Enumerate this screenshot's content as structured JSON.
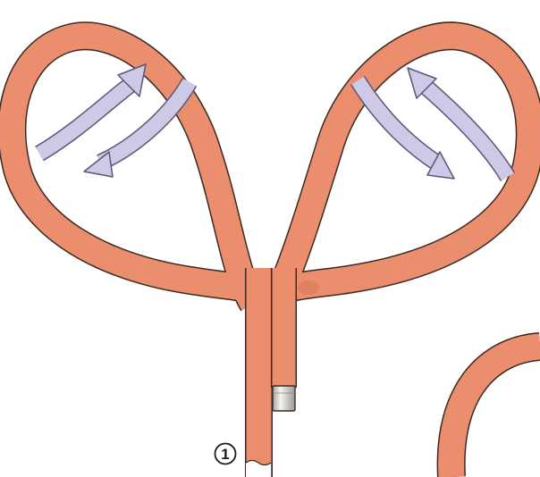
{
  "figure": {
    "step_number": "1",
    "colors": {
      "rope_fill": "#ea8e6d",
      "rope_outline": "#3b2a24",
      "rope_shade": "#d7785a",
      "arrow_fill": "#cdc9e6",
      "arrow_outline": "#5a5675",
      "end_cap": "#d9d6d2",
      "background": "#ffffff",
      "label_ink": "#1a1a1a"
    },
    "arrows": [
      {
        "name": "left-loop-twist-arrow",
        "direction": "bidirectional"
      },
      {
        "name": "right-loop-twist-arrow",
        "direction": "bidirectional"
      }
    ],
    "rope_parts": [
      "left-loop",
      "right-loop",
      "standing-part",
      "working-end",
      "partial-loop-next-panel"
    ]
  }
}
